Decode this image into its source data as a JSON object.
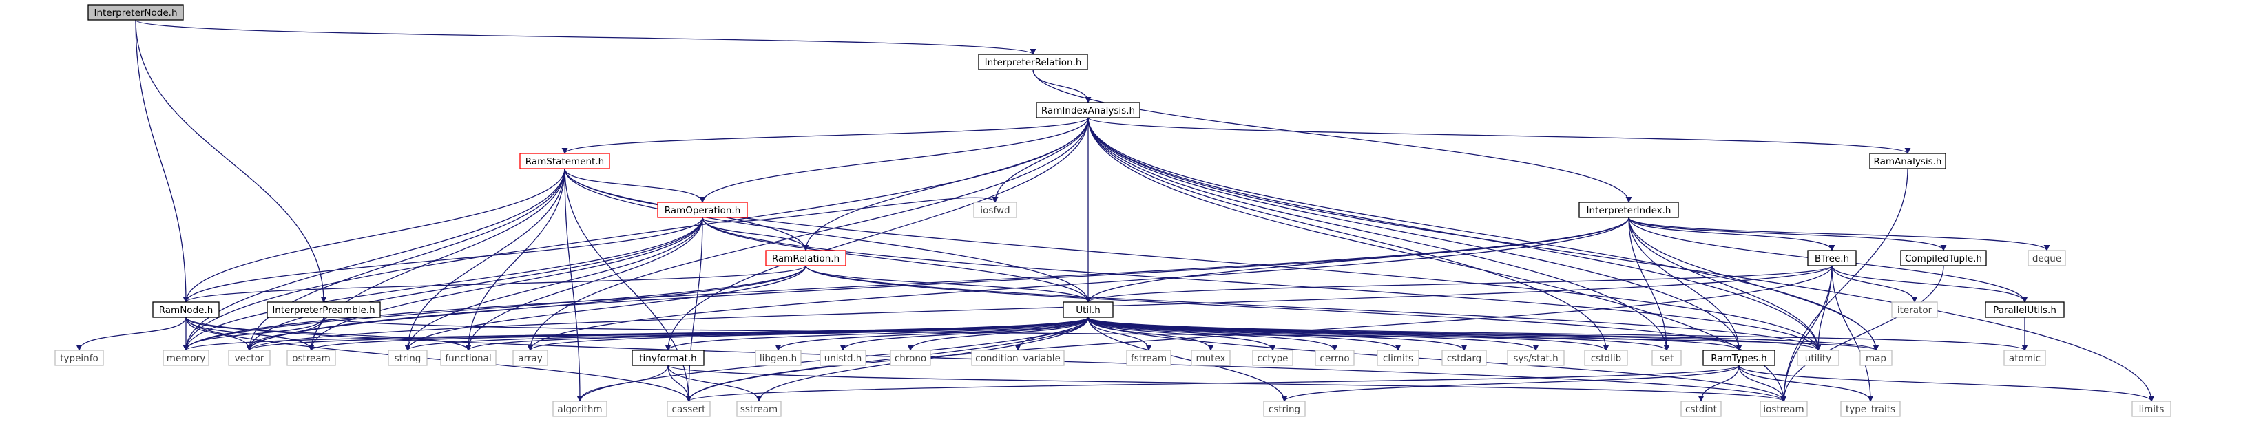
{
  "colors": {
    "edge": "#191970",
    "edge_light": "#9a9a9a",
    "border_dark": "#000000",
    "border_light": "#bfbfbf",
    "border_red": "#ff0000",
    "root_fill": "#bfbfbf",
    "text_dark": "#000000",
    "text_light": "#404040"
  },
  "nodes": [
    {
      "id": "InterpreterNode_h",
      "label": "InterpreterNode.h",
      "style": "root"
    },
    {
      "id": "InterpreterRelation_h",
      "label": "InterpreterRelation.h",
      "style": "documented"
    },
    {
      "id": "RamIndexAnalysis_h",
      "label": "RamIndexAnalysis.h",
      "style": "documented"
    },
    {
      "id": "RamStatement_h",
      "label": "RamStatement.h",
      "style": "truncated"
    },
    {
      "id": "RamOperation_h",
      "label": "RamOperation.h",
      "style": "truncated"
    },
    {
      "id": "RamRelation_h",
      "label": "RamRelation.h",
      "style": "truncated"
    },
    {
      "id": "InterpreterIndex_h",
      "label": "InterpreterIndex.h",
      "style": "documented"
    },
    {
      "id": "RamAnalysis_h",
      "label": "RamAnalysis.h",
      "style": "documented"
    },
    {
      "id": "RamNode_h",
      "label": "RamNode.h",
      "style": "documented"
    },
    {
      "id": "InterpreterPreamble_h",
      "label": "InterpreterPreamble.h",
      "style": "documented"
    },
    {
      "id": "Util_h",
      "label": "Util.h",
      "style": "documented"
    },
    {
      "id": "BTree_h",
      "label": "BTree.h",
      "style": "documented"
    },
    {
      "id": "CompiledTuple_h",
      "label": "CompiledTuple.h",
      "style": "documented"
    },
    {
      "id": "ParallelUtils_h",
      "label": "ParallelUtils.h",
      "style": "documented"
    },
    {
      "id": "tinyformat_h",
      "label": "tinyformat.h",
      "style": "documented"
    },
    {
      "id": "RamTypes_h",
      "label": "RamTypes.h",
      "style": "documented"
    },
    {
      "id": "iosfwd",
      "label": "iosfwd",
      "style": "system"
    },
    {
      "id": "deque",
      "label": "deque",
      "style": "system"
    },
    {
      "id": "iterator",
      "label": "iterator",
      "style": "system"
    },
    {
      "id": "atomic",
      "label": "atomic",
      "style": "system"
    },
    {
      "id": "typeinfo",
      "label": "typeinfo",
      "style": "system"
    },
    {
      "id": "memory",
      "label": "memory",
      "style": "system"
    },
    {
      "id": "vector",
      "label": "vector",
      "style": "system"
    },
    {
      "id": "ostream",
      "label": "ostream",
      "style": "system"
    },
    {
      "id": "string",
      "label": "string",
      "style": "system"
    },
    {
      "id": "functional",
      "label": "functional",
      "style": "system"
    },
    {
      "id": "array",
      "label": "array",
      "style": "system"
    },
    {
      "id": "libgen_h",
      "label": "libgen.h",
      "style": "system"
    },
    {
      "id": "unistd_h",
      "label": "unistd.h",
      "style": "system"
    },
    {
      "id": "chrono",
      "label": "chrono",
      "style": "system"
    },
    {
      "id": "condition_variable",
      "label": "condition_variable",
      "style": "system"
    },
    {
      "id": "fstream",
      "label": "fstream",
      "style": "system"
    },
    {
      "id": "mutex",
      "label": "mutex",
      "style": "system"
    },
    {
      "id": "cctype",
      "label": "cctype",
      "style": "system"
    },
    {
      "id": "cerrno",
      "label": "cerrno",
      "style": "system"
    },
    {
      "id": "climits",
      "label": "climits",
      "style": "system"
    },
    {
      "id": "cstdarg",
      "label": "cstdarg",
      "style": "system"
    },
    {
      "id": "sys_stat_h",
      "label": "sys/stat.h",
      "style": "system"
    },
    {
      "id": "cstdlib",
      "label": "cstdlib",
      "style": "system"
    },
    {
      "id": "set",
      "label": "set",
      "style": "system"
    },
    {
      "id": "utility",
      "label": "utility",
      "style": "system"
    },
    {
      "id": "map",
      "label": "map",
      "style": "system"
    },
    {
      "id": "algorithm",
      "label": "algorithm",
      "style": "system"
    },
    {
      "id": "cassert",
      "label": "cassert",
      "style": "system"
    },
    {
      "id": "sstream",
      "label": "sstream",
      "style": "system"
    },
    {
      "id": "cstring",
      "label": "cstring",
      "style": "system"
    },
    {
      "id": "cstdint",
      "label": "cstdint",
      "style": "system"
    },
    {
      "id": "iostream",
      "label": "iostream",
      "style": "system"
    },
    {
      "id": "type_traits",
      "label": "type_traits",
      "style": "system"
    },
    {
      "id": "limits",
      "label": "limits",
      "style": "system"
    }
  ],
  "edges": [
    [
      "InterpreterNode_h",
      "InterpreterRelation_h"
    ],
    [
      "InterpreterNode_h",
      "RamNode_h"
    ],
    [
      "InterpreterNode_h",
      "InterpreterPreamble_h"
    ],
    [
      "InterpreterRelation_h",
      "RamIndexAnalysis_h"
    ],
    [
      "InterpreterRelation_h",
      "InterpreterIndex_h"
    ],
    [
      "RamIndexAnalysis_h",
      "RamStatement_h"
    ],
    [
      "RamIndexAnalysis_h",
      "RamOperation_h"
    ],
    [
      "RamIndexAnalysis_h",
      "RamRelation_h"
    ],
    [
      "RamIndexAnalysis_h",
      "RamAnalysis_h"
    ],
    [
      "RamIndexAnalysis_h",
      "Util_h"
    ],
    [
      "RamIndexAnalysis_h",
      "iosfwd"
    ],
    [
      "RamIndexAnalysis_h",
      "memory"
    ],
    [
      "RamIndexAnalysis_h",
      "array"
    ],
    [
      "RamIndexAnalysis_h",
      "tinyformat_h"
    ],
    [
      "RamIndexAnalysis_h",
      "set"
    ],
    [
      "RamIndexAnalysis_h",
      "utility"
    ],
    [
      "RamIndexAnalysis_h",
      "map"
    ],
    [
      "RamIndexAnalysis_h",
      "cstdlib"
    ],
    [
      "RamIndexAnalysis_h",
      "RamTypes_h"
    ],
    [
      "RamIndexAnalysis_h",
      "limits"
    ],
    [
      "RamIndexAnalysis_h",
      "iostream"
    ],
    [
      "RamStatement_h",
      "RamOperation_h"
    ],
    [
      "RamStatement_h",
      "RamRelation_h"
    ],
    [
      "RamStatement_h",
      "RamNode_h"
    ],
    [
      "RamStatement_h",
      "Util_h"
    ],
    [
      "RamStatement_h",
      "memory"
    ],
    [
      "RamStatement_h",
      "vector"
    ],
    [
      "RamStatement_h",
      "ostream"
    ],
    [
      "RamStatement_h",
      "string"
    ],
    [
      "RamStatement_h",
      "functional"
    ],
    [
      "RamStatement_h",
      "algorithm"
    ],
    [
      "RamStatement_h",
      "cassert"
    ],
    [
      "RamStatement_h",
      "utility"
    ],
    [
      "RamOperation_h",
      "RamRelation_h"
    ],
    [
      "RamOperation_h",
      "RamNode_h"
    ],
    [
      "RamOperation_h",
      "Util_h"
    ],
    [
      "RamOperation_h",
      "iosfwd"
    ],
    [
      "RamOperation_h",
      "memory"
    ],
    [
      "RamOperation_h",
      "vector"
    ],
    [
      "RamOperation_h",
      "ostream"
    ],
    [
      "RamOperation_h",
      "string"
    ],
    [
      "RamOperation_h",
      "functional"
    ],
    [
      "RamOperation_h",
      "cassert"
    ],
    [
      "RamOperation_h",
      "utility"
    ],
    [
      "RamRelation_h",
      "RamNode_h"
    ],
    [
      "RamRelation_h",
      "Util_h"
    ],
    [
      "RamRelation_h",
      "RamTypes_h"
    ],
    [
      "RamRelation_h",
      "memory"
    ],
    [
      "RamRelation_h",
      "vector"
    ],
    [
      "RamRelation_h",
      "string"
    ],
    [
      "RamRelation_h",
      "utility"
    ],
    [
      "InterpreterIndex_h",
      "BTree_h"
    ],
    [
      "InterpreterIndex_h",
      "CompiledTuple_h"
    ],
    [
      "InterpreterIndex_h",
      "ParallelUtils_h"
    ],
    [
      "InterpreterIndex_h",
      "RamTypes_h"
    ],
    [
      "InterpreterIndex_h",
      "Util_h"
    ],
    [
      "InterpreterIndex_h",
      "deque"
    ],
    [
      "InterpreterIndex_h",
      "memory"
    ],
    [
      "InterpreterIndex_h",
      "vector"
    ],
    [
      "InterpreterIndex_h",
      "array"
    ],
    [
      "InterpreterIndex_h",
      "map"
    ],
    [
      "InterpreterIndex_h",
      "utility"
    ],
    [
      "InterpreterIndex_h",
      "set"
    ],
    [
      "RamAnalysis_h",
      "iostream"
    ],
    [
      "RamNode_h",
      "typeinfo"
    ],
    [
      "RamNode_h",
      "memory"
    ],
    [
      "RamNode_h",
      "vector"
    ],
    [
      "RamNode_h",
      "ostream"
    ],
    [
      "RamNode_h",
      "functional"
    ],
    [
      "RamNode_h",
      "cassert"
    ],
    [
      "RamNode_h",
      "iostream"
    ],
    [
      "InterpreterPreamble_h",
      "vector"
    ],
    [
      "InterpreterPreamble_h",
      "memory"
    ],
    [
      "InterpreterPreamble_h",
      "map"
    ],
    [
      "BTree_h",
      "ParallelUtils_h"
    ],
    [
      "BTree_h",
      "Util_h"
    ],
    [
      "BTree_h",
      "iterator"
    ],
    [
      "BTree_h",
      "utility"
    ],
    [
      "BTree_h",
      "type_traits"
    ],
    [
      "BTree_h",
      "vector"
    ],
    [
      "BTree_h",
      "iostream"
    ],
    [
      "BTree_h",
      "cassert"
    ],
    [
      "CompiledTuple_h",
      "iostream"
    ],
    [
      "ParallelUtils_h",
      "atomic"
    ],
    [
      "Util_h",
      "RamTypes_h"
    ],
    [
      "Util_h",
      "tinyformat_h"
    ],
    [
      "Util_h",
      "memory"
    ],
    [
      "Util_h",
      "vector"
    ],
    [
      "Util_h",
      "ostream"
    ],
    [
      "Util_h",
      "string"
    ],
    [
      "Util_h",
      "functional"
    ],
    [
      "Util_h",
      "array"
    ],
    [
      "Util_h",
      "libgen_h"
    ],
    [
      "Util_h",
      "unistd_h"
    ],
    [
      "Util_h",
      "chrono"
    ],
    [
      "Util_h",
      "condition_variable"
    ],
    [
      "Util_h",
      "fstream"
    ],
    [
      "Util_h",
      "mutex"
    ],
    [
      "Util_h",
      "cctype"
    ],
    [
      "Util_h",
      "cerrno"
    ],
    [
      "Util_h",
      "climits"
    ],
    [
      "Util_h",
      "cstdarg"
    ],
    [
      "Util_h",
      "sys_stat_h"
    ],
    [
      "Util_h",
      "cstdlib"
    ],
    [
      "Util_h",
      "set"
    ],
    [
      "Util_h",
      "utility"
    ],
    [
      "Util_h",
      "map"
    ],
    [
      "Util_h",
      "atomic"
    ],
    [
      "Util_h",
      "algorithm"
    ],
    [
      "Util_h",
      "cassert"
    ],
    [
      "Util_h",
      "sstream"
    ],
    [
      "Util_h",
      "cstring"
    ],
    [
      "Util_h",
      "iostream"
    ],
    [
      "tinyformat_h",
      "algorithm"
    ],
    [
      "tinyformat_h",
      "cassert"
    ],
    [
      "tinyformat_h",
      "sstream"
    ],
    [
      "tinyformat_h",
      "iostream"
    ],
    [
      "RamTypes_h",
      "cstdint"
    ],
    [
      "RamTypes_h",
      "iostream"
    ],
    [
      "RamTypes_h",
      "type_traits"
    ],
    [
      "RamTypes_h",
      "limits"
    ],
    [
      "RamTypes_h",
      "cstring"
    ],
    [
      "RamTypes_h",
      "cassert"
    ]
  ]
}
